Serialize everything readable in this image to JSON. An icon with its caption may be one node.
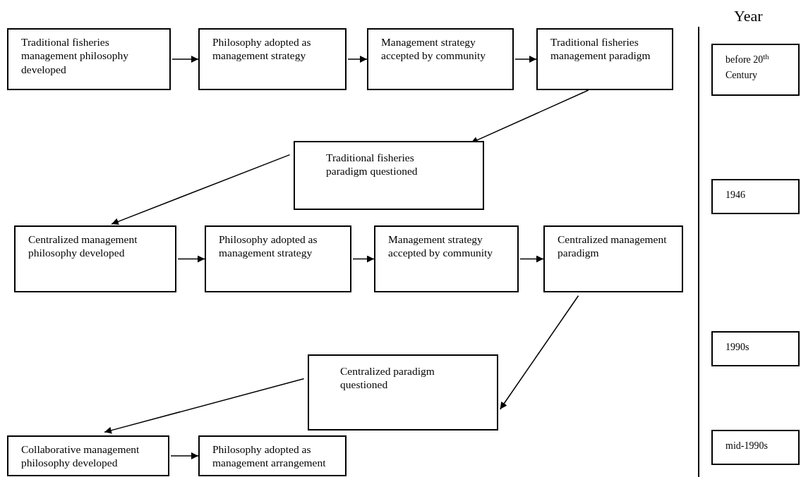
{
  "diagram": {
    "nodes": [
      {
        "text": [
          "Traditional fisheries management philosophy developed"
        ]
      },
      {
        "text": [
          "Philosophy adopted as management strategy"
        ]
      },
      {
        "text": [
          "Management strategy accepted by community"
        ]
      },
      {
        "text": [
          "Traditional fisheries management paradigm"
        ]
      },
      {
        "text": [
          "Traditional fisheries paradigm questioned"
        ]
      },
      {
        "text": [
          "Centralized management philosophy developed"
        ]
      },
      {
        "text": [
          "Philosophy adopted as management strategy"
        ]
      },
      {
        "text": [
          "Management strategy accepted by community"
        ]
      },
      {
        "text": [
          "Centralized management paradigm"
        ]
      },
      {
        "text": [
          "Centralized paradigm questioned"
        ]
      },
      {
        "text": [
          "Collaborative management philosophy developed"
        ]
      },
      {
        "text": [
          "Philosophy adopted as management arrangement"
        ]
      },
      {
        "text": [
          "before 20$^{th}$ Century"
        ]
      },
      {
        "text": [
          "1946"
        ]
      },
      {
        "text": [
          "1990s"
        ]
      },
      {
        "text": [
          "mid-1990s"
        ]
      }
    ],
    "edges": [
      {
        "from": 0,
        "to": 1,
        "arrow": "to"
      },
      {
        "from": 1,
        "to": 2,
        "arrow": "to"
      },
      {
        "from": 2,
        "to": 3,
        "arrow": "to"
      },
      {
        "from": 3,
        "to": 4,
        "arrow": "to"
      },
      {
        "from": 4,
        "to": 5,
        "arrow": "to"
      },
      {
        "from": 5,
        "to": 6,
        "arrow": "to"
      },
      {
        "from": 6,
        "to": 7,
        "arrow": "to"
      },
      {
        "from": 7,
        "to": 8,
        "arrow": "to"
      },
      {
        "from": 8,
        "to": 9,
        "arrow": "to"
      },
      {
        "from": 9,
        "to": 10,
        "arrow": "to"
      },
      {
        "from": 10,
        "to": 11,
        "arrow": "to"
      }
    ],
    "labels": [
      "Year"
    ]
  }
}
